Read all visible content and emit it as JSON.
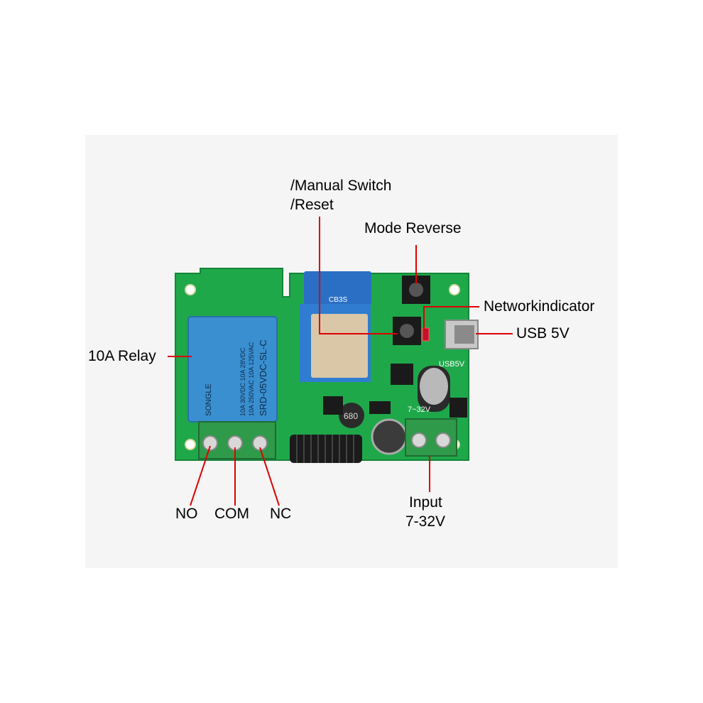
{
  "callouts": {
    "manual_switch": "/Manual Switch",
    "reset": "/Reset",
    "mode_reverse": "Mode Reverse",
    "network_indicator": "Networkindicator",
    "usb": "USB 5V",
    "relay": "10A Relay",
    "no": "NO",
    "com": "COM",
    "nc": "NC",
    "input_line1": "Input",
    "input_line2": "7-32V"
  },
  "board_print": {
    "module": "CB3S",
    "usb_silk": "USB5V",
    "voltage_silk": "7~32V",
    "inductor": "680"
  },
  "relay_print": {
    "brand": "SONGLE",
    "model": "SRD-05VDC-SL-C",
    "rating1": "10A 250VAC   10A 125VAC",
    "rating2": "10A 30VDC    10A 28VDC"
  },
  "colors": {
    "pcb": "#1fa84a",
    "relay": "#3a8fd0",
    "terminal": "#2f9a4a",
    "module": "#2a6fc4",
    "leader": "#e00000"
  }
}
